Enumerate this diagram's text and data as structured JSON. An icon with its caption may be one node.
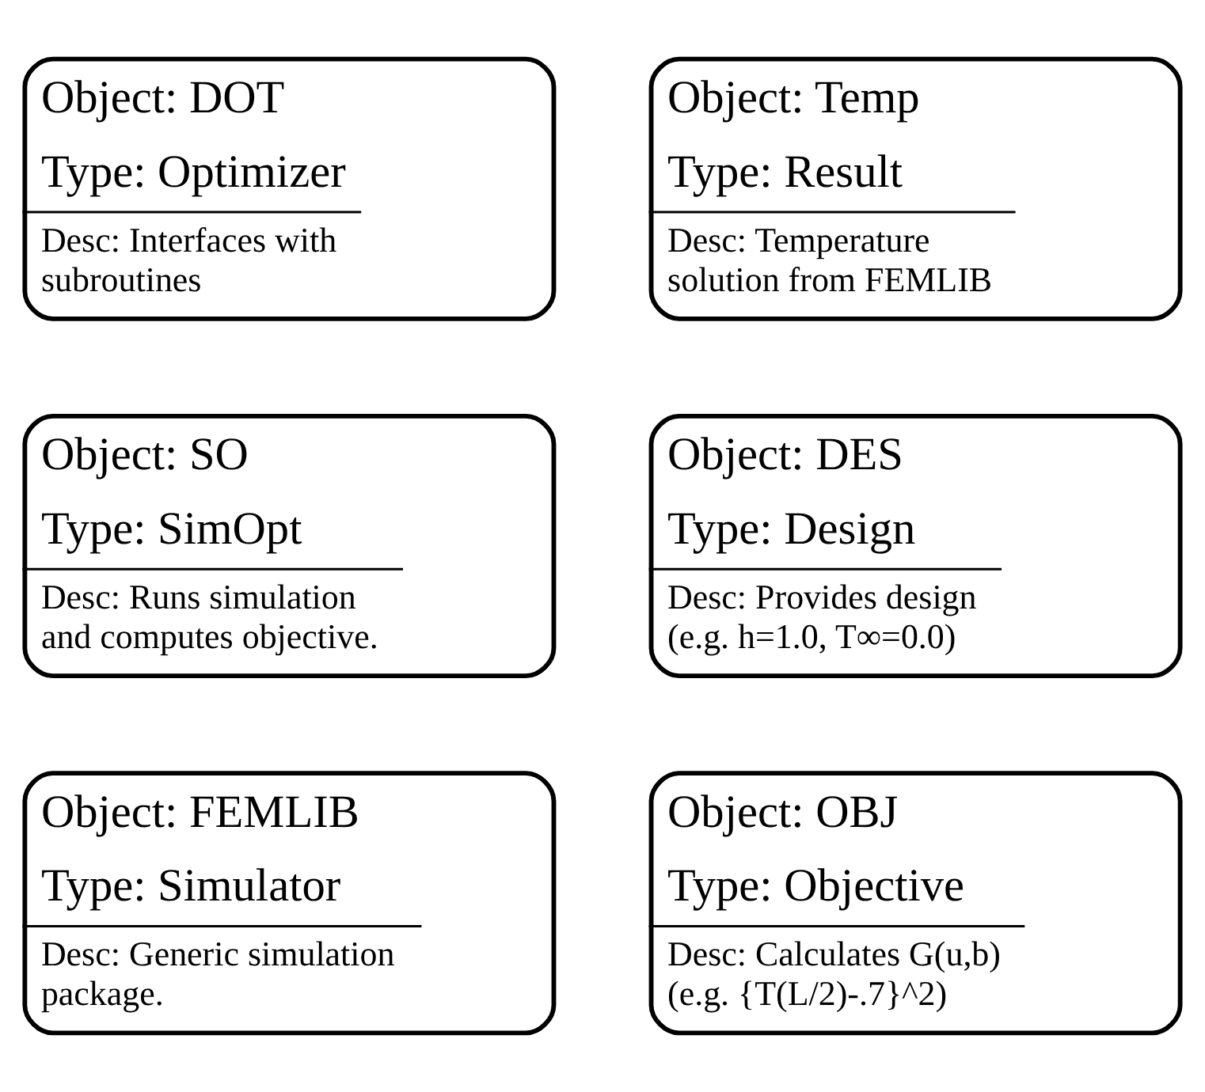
{
  "diagram": {
    "nodes": [
      {
        "text": [
          "Object: DOT",
          "Type: Optimizer",
          "Desc: Interfaces with subroutines"
        ]
      },
      {
        "text": [
          "Object: Temp",
          "Type: Result",
          "Desc: Temperature solution from FEMLIB"
        ]
      },
      {
        "text": [
          "Object: SO",
          "Type: SimOpt",
          "Desc: Runs simulation and computes objective."
        ]
      },
      {
        "text": [
          "Object: DES",
          "Type: Design",
          "Desc: Provides design (e.g. h=1.0, T∞=0.0)"
        ]
      },
      {
        "text": [
          "Object: FEMLIB",
          "Type: Simulator",
          "Desc: Generic simulation package."
        ]
      },
      {
        "text": [
          "Object: OBJ",
          "Type: Objective",
          "Desc: Calculates G(u,b) (e.g. {T(L/2)-.7}^2)"
        ]
      }
    ],
    "edges": []
  }
}
